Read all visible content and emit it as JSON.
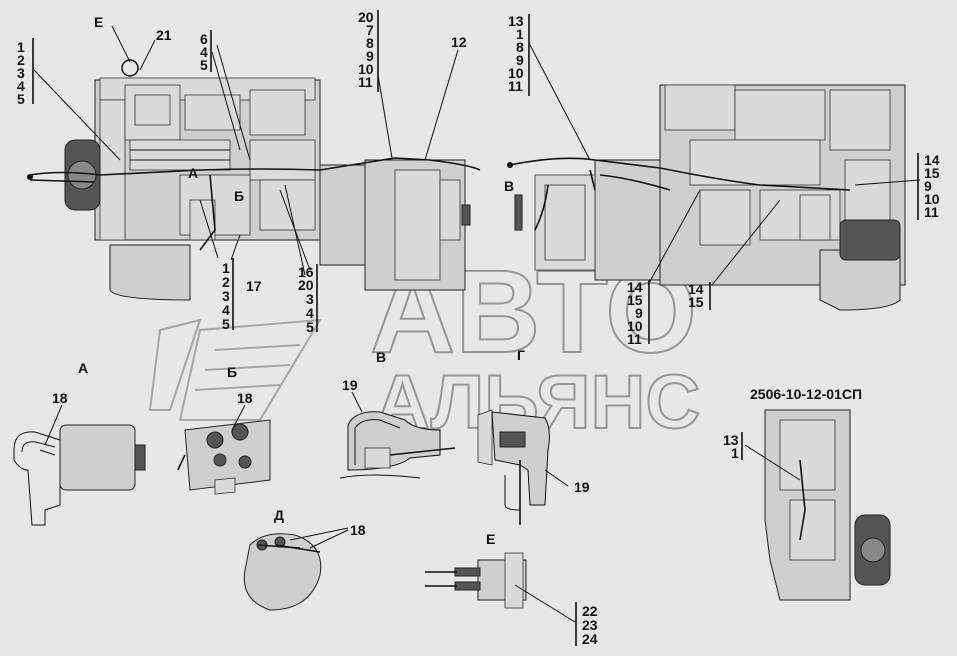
{
  "drawing_code": "2506-10-12-01СП",
  "watermark": {
    "line1": "АВТО",
    "line2": "АЛЬЯНС"
  },
  "views": {
    "a": "А",
    "b": "Б",
    "v": "В",
    "g": "Г",
    "d": "Д",
    "e": "Е"
  },
  "markers": {
    "a": "А",
    "b": "Б",
    "v": "В",
    "e": "Е"
  },
  "callouts": {
    "c21": "21",
    "c12": "12",
    "c17": "17",
    "c18a": "18",
    "c18b": "18",
    "c18d": "18",
    "c19a": "19",
    "c19b": "19",
    "s_left_top": [
      "1",
      "2",
      "3",
      "4",
      "5"
    ],
    "s_645": [
      "6",
      "4",
      "5"
    ],
    "s_mid_top": [
      "20",
      "7",
      "8",
      "9",
      "10",
      "11"
    ],
    "s_right_top": [
      "13",
      "1",
      "8",
      "9",
      "10",
      "11"
    ],
    "s_left_bot": [
      "1",
      "2",
      "3",
      "4",
      "5"
    ],
    "s_mid_bot": [
      "16",
      "20",
      "3",
      "4",
      "5"
    ],
    "s_right_bot": [
      "14",
      "15",
      "9",
      "10",
      "11"
    ],
    "s_far_right": [
      "14",
      "15",
      "9",
      "10",
      "11"
    ],
    "s_1415": [
      "14",
      "15"
    ],
    "s_131": [
      "13",
      "1"
    ],
    "s_e": [
      "22",
      "23",
      "24"
    ]
  },
  "colors": {
    "background": "#e7e7e7",
    "ink": "#111111",
    "fill": "#cfcfcf"
  }
}
